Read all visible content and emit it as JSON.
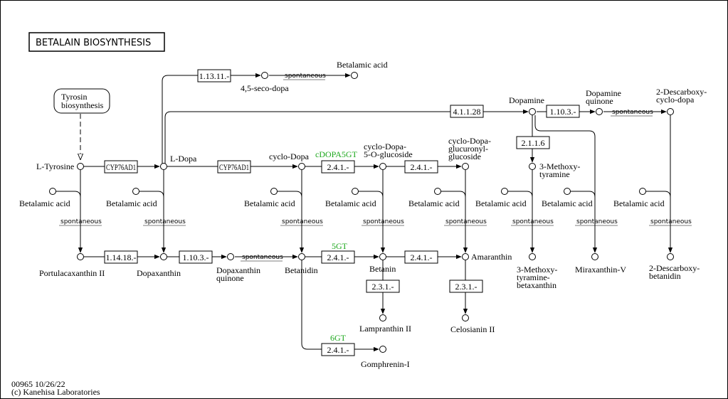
{
  "title": "BETALAIN BIOSYNTHESIS",
  "footer": {
    "map_id_date": "00965 10/26/22",
    "copyright": "(c) Kanehisa Laboratories"
  },
  "link_box": {
    "line1": "Tyrosin",
    "line2": "biosynthesis"
  },
  "compounds": {
    "l_tyrosine": "L-Tyrosine",
    "l_dopa": "L-Dopa",
    "cyclo_dopa": "cyclo-Dopa",
    "cyclo_dopa_5og_1": "cyclo-Dopa-",
    "cyclo_dopa_5og_2": "5-O-glucoside",
    "cyclo_dopa_gluc_1": "cyclo-Dopa-",
    "cyclo_dopa_gluc_2": "glucuronyl-",
    "cyclo_dopa_gluc_3": "glucoside",
    "betalamic_acid": "Betalamic acid",
    "seco_dopa": "4,5-seco-dopa",
    "dopamine": "Dopamine",
    "dopamine_quinone_1": "Dopamine",
    "dopamine_quinone_2": "quinone",
    "descarboxy_cyclo_dopa_1": "2-Descarboxy-",
    "descarboxy_cyclo_dopa_2": "cyclo-dopa",
    "methoxytyramine_1": "3-Methoxy-",
    "methoxytyramine_2": "tyramine",
    "portulacaxanthin": "Portulacaxanthin II",
    "dopaxanthin": "Dopaxanthin",
    "dopaxanthin_quinone_1": "Dopaxanthin",
    "dopaxanthin_quinone_2": "quinone",
    "betanidin": "Betanidin",
    "betanin": "Betanin",
    "amaranthin": "Amaranthin",
    "methoxytyramine_betaxanthin_1": "3-Methoxy-",
    "methoxytyramine_betaxanthin_2": "tyramine-",
    "methoxytyramine_betaxanthin_3": "betaxanthin",
    "miraxanthin": "Miraxanthin-V",
    "descarboxy_betanidin_1": "2-Descarboxy-",
    "descarboxy_betanidin_2": "betanidin",
    "lampranthin": "Lampranthin II",
    "celosianin": "Celosianin II",
    "gomphrenin": "Gomphrenin-I"
  },
  "spontaneous": "spontaneous",
  "enzymes": {
    "e_1_13_11": "1.13.11.-",
    "cyp76ad1_a": "CYP76AD1",
    "cyp76ad1_b": "CYP76AD1",
    "e_4_1_1_28": "4.1.1.28",
    "e_1_10_3_top": "1.10.3.-",
    "e_2_1_1_6": "2.1.1.6",
    "e_2_4_1_cdopa": "2.4.1.-",
    "e_2_4_1_gluc": "2.4.1.-",
    "e_1_14_18": "1.14.18.-",
    "e_1_10_3_mid": "1.10.3.-",
    "e_2_4_1_5gt": "2.4.1.-",
    "e_2_4_1_amar": "2.4.1.-",
    "e_2_3_1_lamp": "2.3.1.-",
    "e_2_3_1_celo": "2.3.1.-",
    "e_2_4_1_6gt": "2.4.1.-"
  },
  "gene_labels": {
    "cdopa5gt": "cDOPA5GT",
    "gt5": "5GT",
    "gt6": "6GT"
  },
  "colors": {
    "gene_label": "#1ea81e"
  }
}
